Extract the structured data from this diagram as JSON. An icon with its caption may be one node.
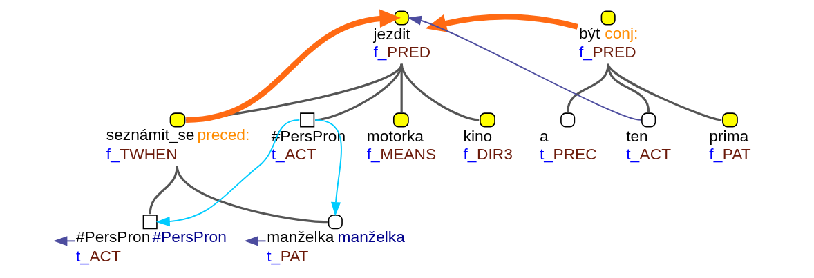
{
  "diagram": {
    "nodes": [
      {
        "text": [
          "jezdit",
          "f_PRED"
        ]
      },
      {
        "text": [
          "být",
          "conj:",
          "f_PRED"
        ]
      },
      {
        "text": [
          "seznámit_se",
          "preced:",
          "f_TWHEN"
        ]
      },
      {
        "text": [
          "#PersPron",
          "t_ACT"
        ]
      },
      {
        "text": [
          "motorka",
          "f_MEANS"
        ]
      },
      {
        "text": [
          "kino",
          "f_DIR3"
        ]
      },
      {
        "text": [
          "a",
          "t_PREC"
        ]
      },
      {
        "text": [
          "ten",
          "t_ACT"
        ]
      },
      {
        "text": [
          "prima",
          "f_PAT"
        ]
      },
      {
        "text": [
          "#PersPron",
          "#PersPron",
          "t_ACT"
        ]
      },
      {
        "text": [
          "manželka",
          "manželka",
          "t_PAT"
        ]
      }
    ],
    "edges": [
      {
        "from": 0,
        "to": 2,
        "arrow": "none"
      },
      {
        "from": 0,
        "to": 3,
        "arrow": "none"
      },
      {
        "from": 0,
        "to": 4,
        "arrow": "none"
      },
      {
        "from": 0,
        "to": 5,
        "arrow": "none"
      },
      {
        "from": 1,
        "to": 6,
        "arrow": "none"
      },
      {
        "from": 1,
        "to": 7,
        "arrow": "none"
      },
      {
        "from": 1,
        "to": 8,
        "arrow": "none"
      },
      {
        "from": 2,
        "to": 9,
        "arrow": "none"
      },
      {
        "from": 2,
        "to": 10,
        "arrow": "none"
      },
      {
        "from": 1,
        "to": 0,
        "arrow": "to",
        "style": "thick",
        "color": "#ff6a13"
      },
      {
        "from": 2,
        "to": 0,
        "arrow": "to",
        "style": "thick",
        "color": "#ff6a13"
      },
      {
        "from": 7,
        "to": 0,
        "arrow": "to",
        "color": "#4d4d9f"
      },
      {
        "from": 3,
        "to": 9,
        "arrow": "to",
        "color": "#00ccff"
      },
      {
        "from": 3,
        "to": 10,
        "arrow": "to",
        "color": "#00ccff"
      },
      {
        "from": 9,
        "to": null,
        "arrow": "to",
        "color": "#4d4d9f"
      },
      {
        "from": 10,
        "to": null,
        "arrow": "to",
        "color": "#4d4d9f"
      }
    ]
  }
}
